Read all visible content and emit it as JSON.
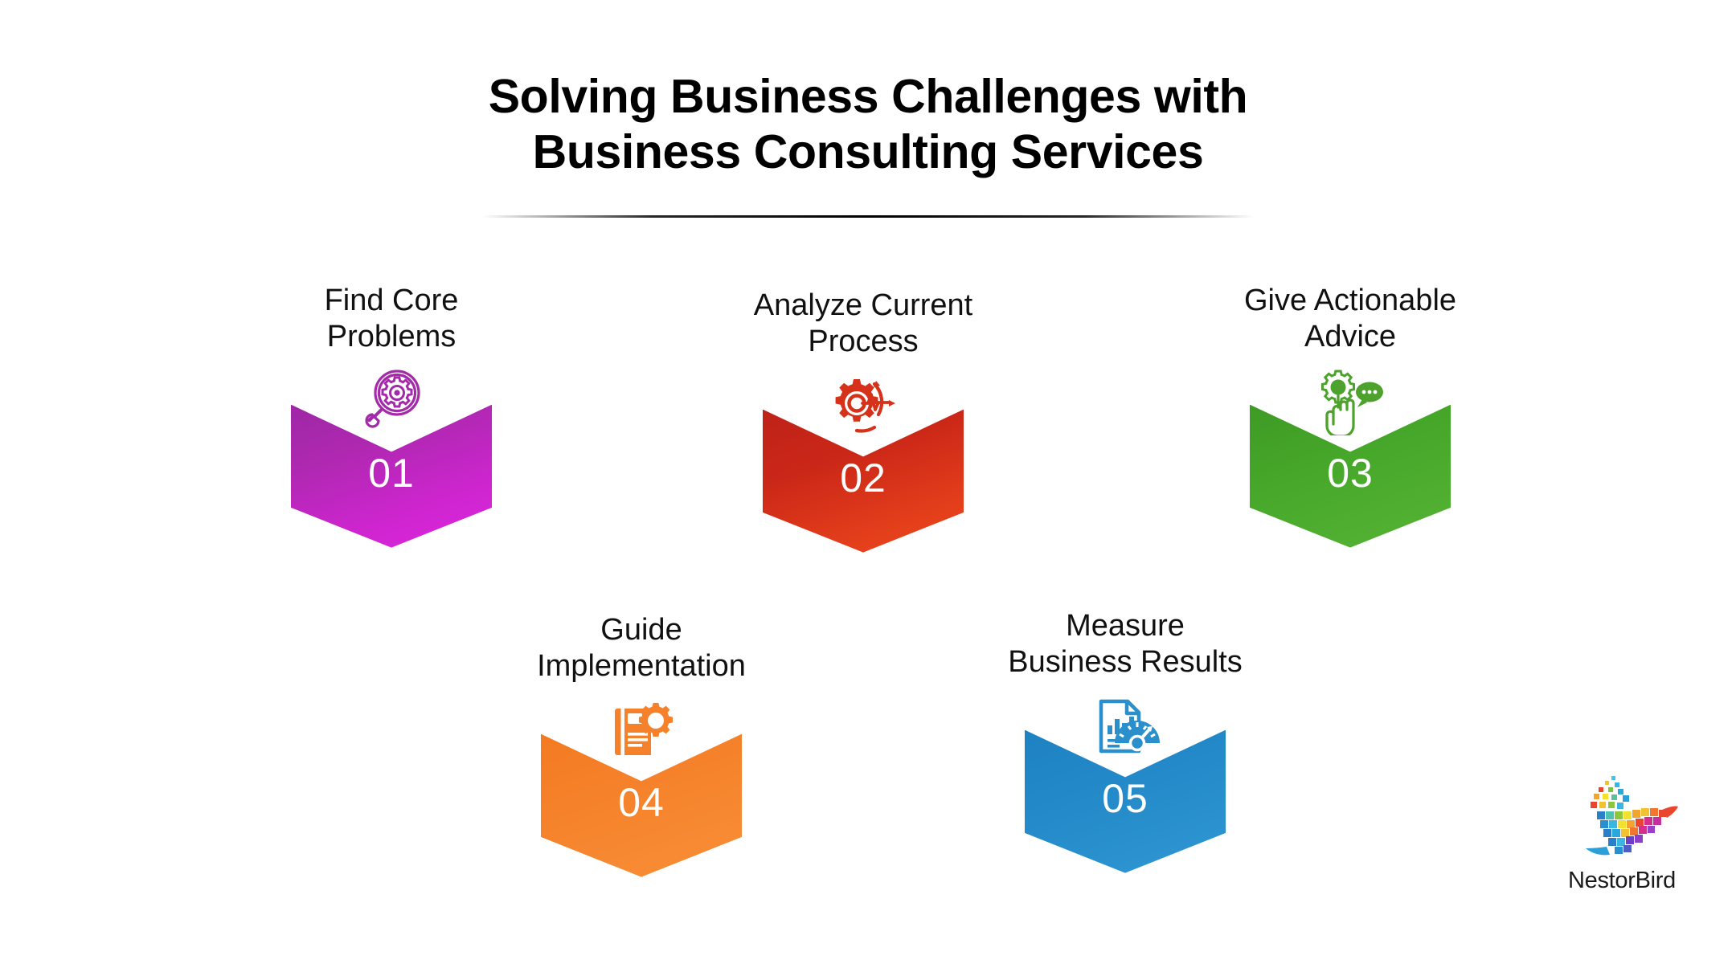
{
  "title": {
    "line1": "Solving Business Challenges with",
    "line2": "Business Consulting Services"
  },
  "cards": [
    {
      "id": "01",
      "number": "01",
      "label": "Find Core\nProblems",
      "icon": "magnifier-gear-icon",
      "color": "#C026C7",
      "color_top": "#9E27A6",
      "color_bottom": "#DE26E0"
    },
    {
      "id": "02",
      "number": "02",
      "label": "Analyze Current\nProcess",
      "icon": "gear-process-analytics-icon",
      "color": "#D63119",
      "color_top": "#BE2218",
      "color_bottom": "#EC481D"
    },
    {
      "id": "03",
      "number": "03",
      "label": "Give Actionable\nAdvice",
      "icon": "hand-gear-speech-bubble-icon",
      "color": "#46A72A",
      "color_top": "#3E9A24",
      "color_bottom": "#56B434"
    },
    {
      "id": "04",
      "number": "04",
      "label": "Guide\nImplementation",
      "icon": "manual-book-gear-icon",
      "color": "#F5822B",
      "color_top": "#F47A21",
      "color_bottom": "#F88F37"
    },
    {
      "id": "05",
      "number": "05",
      "label": "Measure\nBusiness Results",
      "icon": "report-gauge-icon",
      "color": "#2389C8",
      "color_top": "#1E82C2",
      "color_bottom": "#3098D4"
    }
  ],
  "logo": {
    "name": "NestorBird",
    "mark": "pixelated-bird-logo"
  }
}
